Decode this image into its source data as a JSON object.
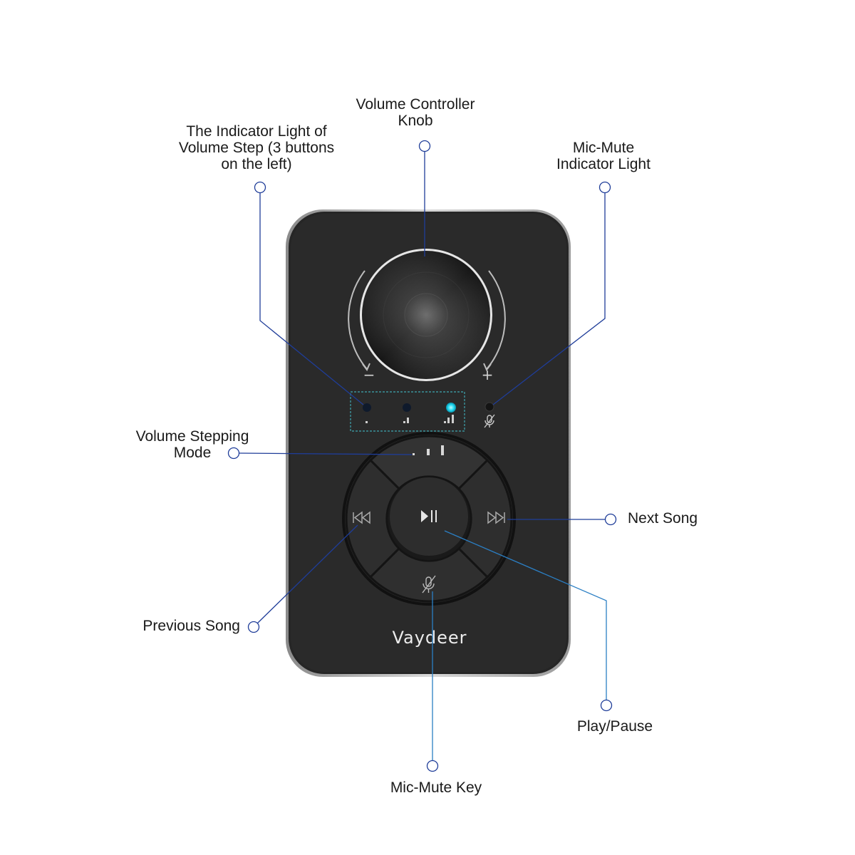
{
  "labels": {
    "volume_knob": [
      "Volume Controller",
      "Knob"
    ],
    "indicator_light": [
      "The Indicator Light of",
      "Volume Step (3 buttons",
      "on the left)"
    ],
    "mic_mute_light": [
      "Mic-Mute",
      "Indicator Light"
    ],
    "stepping_mode": [
      "Volume Stepping",
      "Mode"
    ],
    "next_song": "Next Song",
    "previous_song": "Previous Song",
    "play_pause": "Play/Pause",
    "mic_mute_key": "Mic-Mute Key"
  },
  "device": {
    "brand": "Vaydeer",
    "knob_minus": "−",
    "knob_plus": "+",
    "active_step": 3
  },
  "colors": {
    "callout_line": "#1f3d99",
    "callout_line_light": "#2b7fc4",
    "body": "#262626",
    "indicator_active": "#1fd7ef"
  }
}
